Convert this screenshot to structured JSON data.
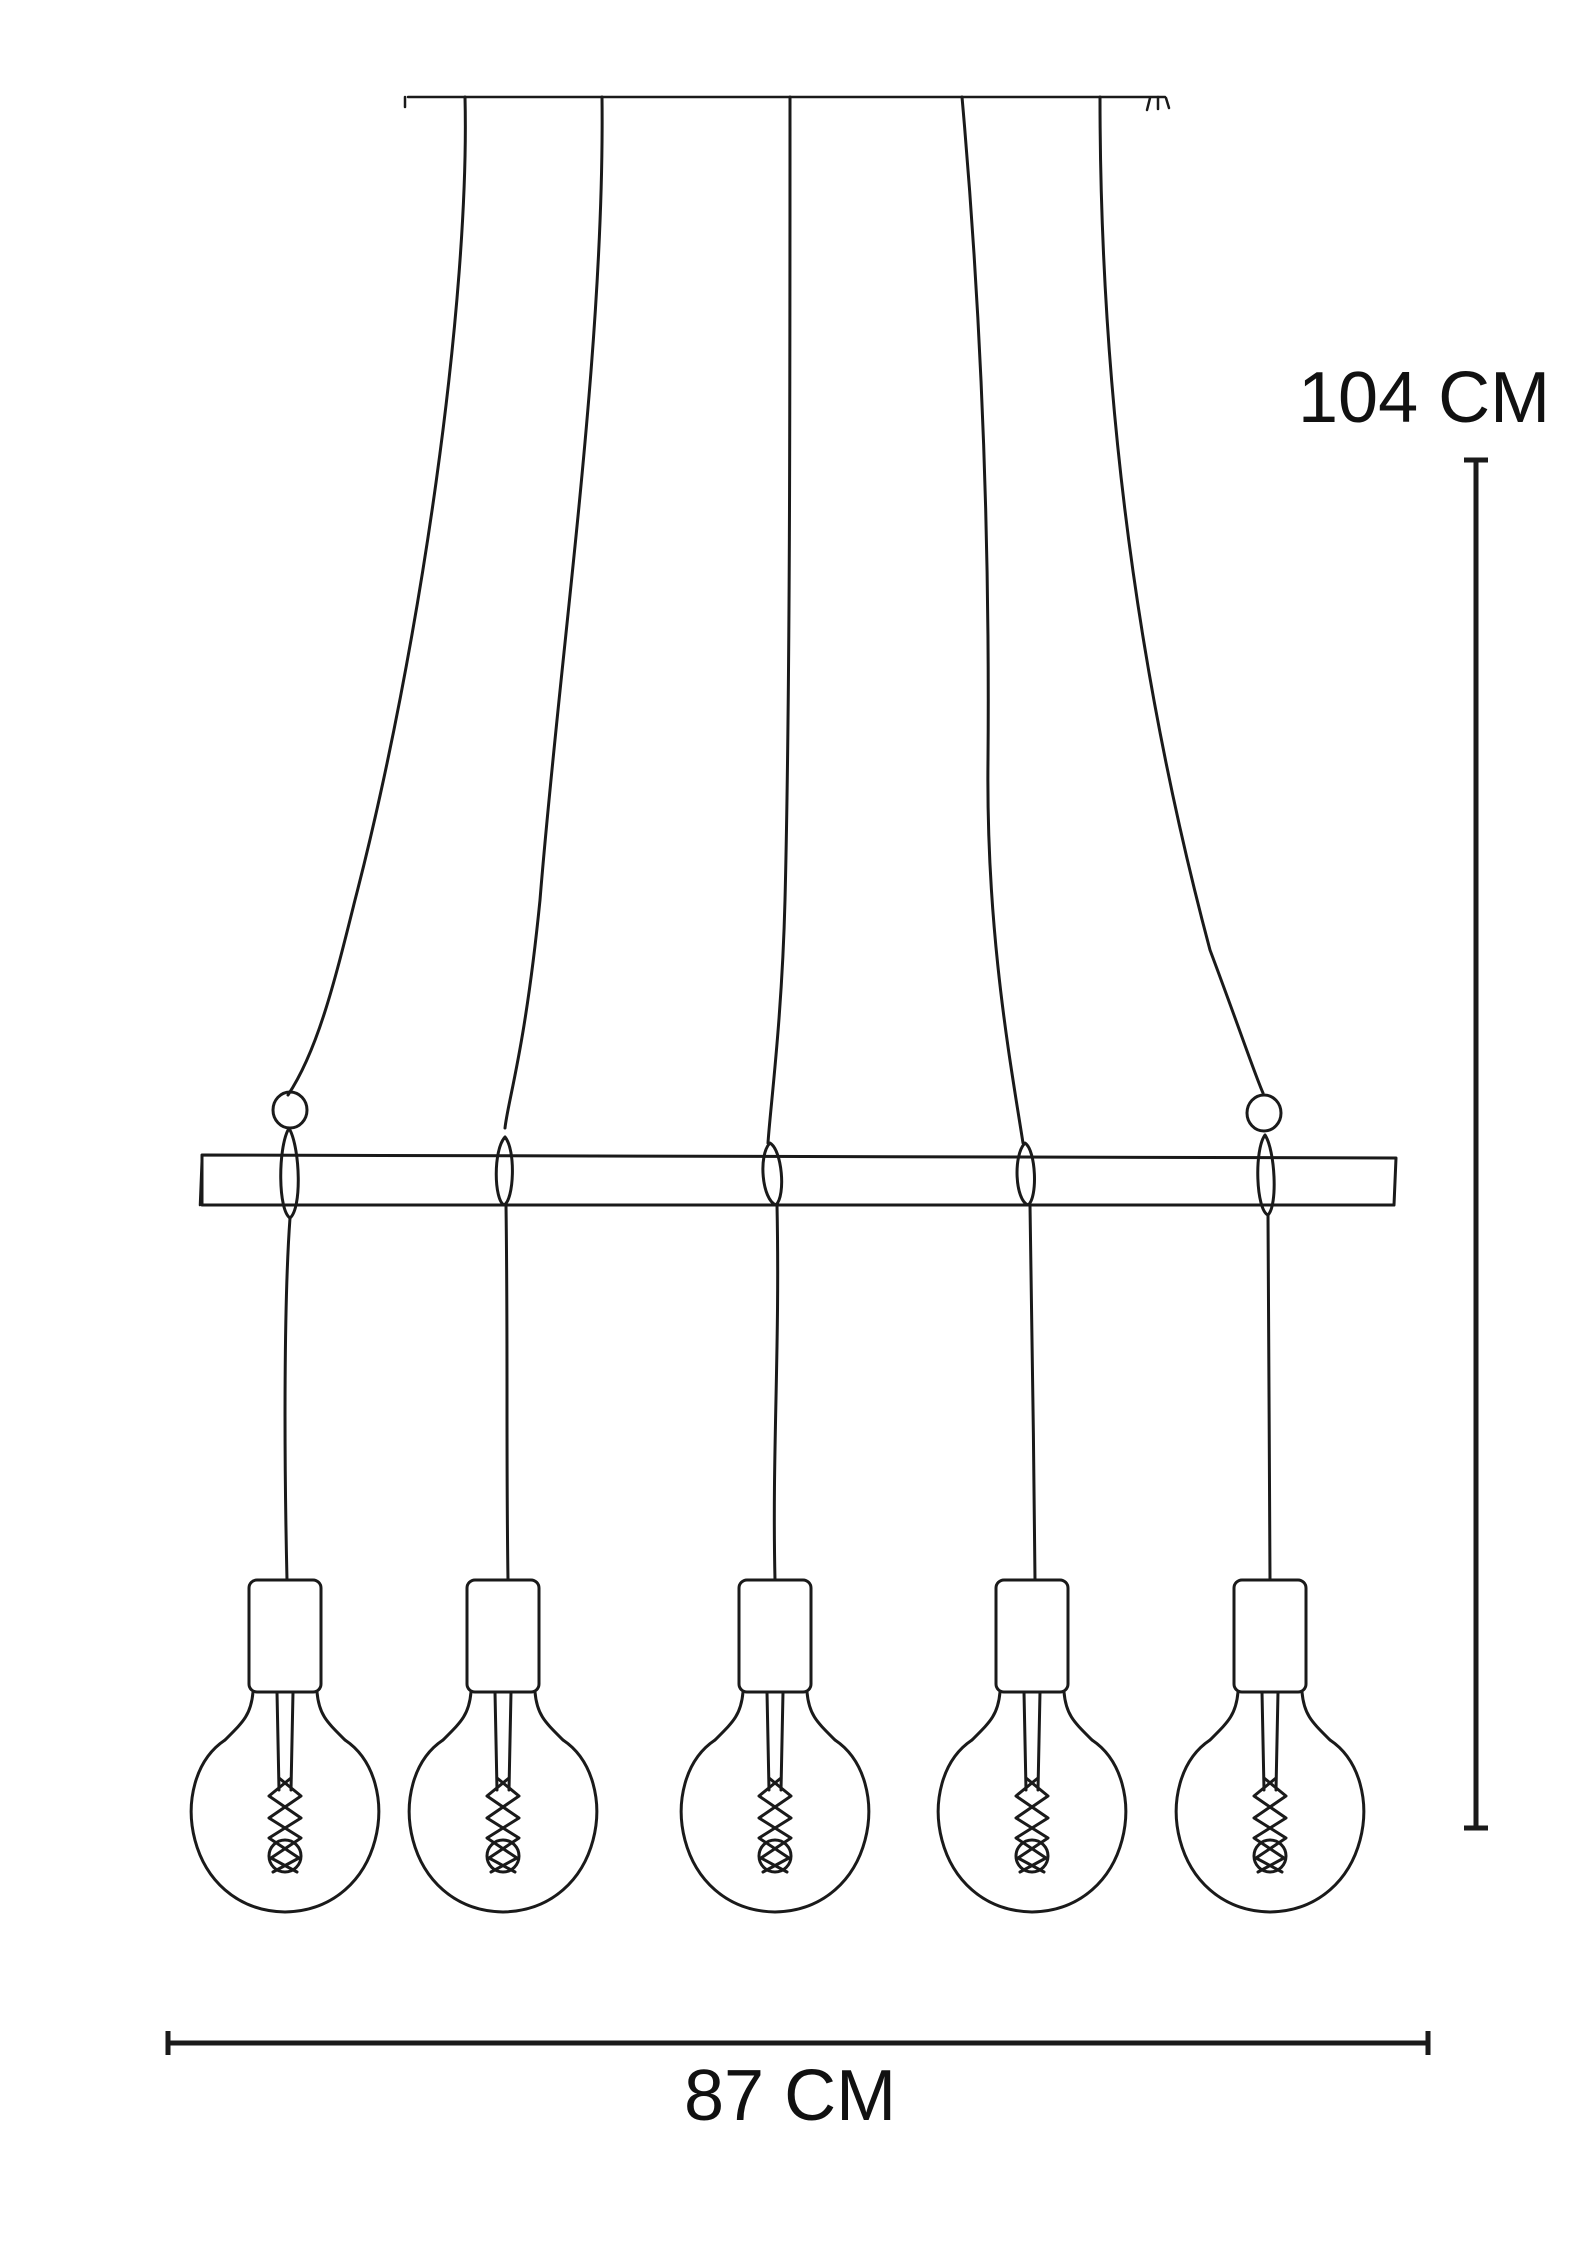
{
  "dimensions": {
    "height_label": "104 CM",
    "width_label": "87 CM"
  },
  "lamp": {
    "pendant_count": 5,
    "ink_color": "#1a1a1a",
    "background_color": "#ffffff"
  }
}
